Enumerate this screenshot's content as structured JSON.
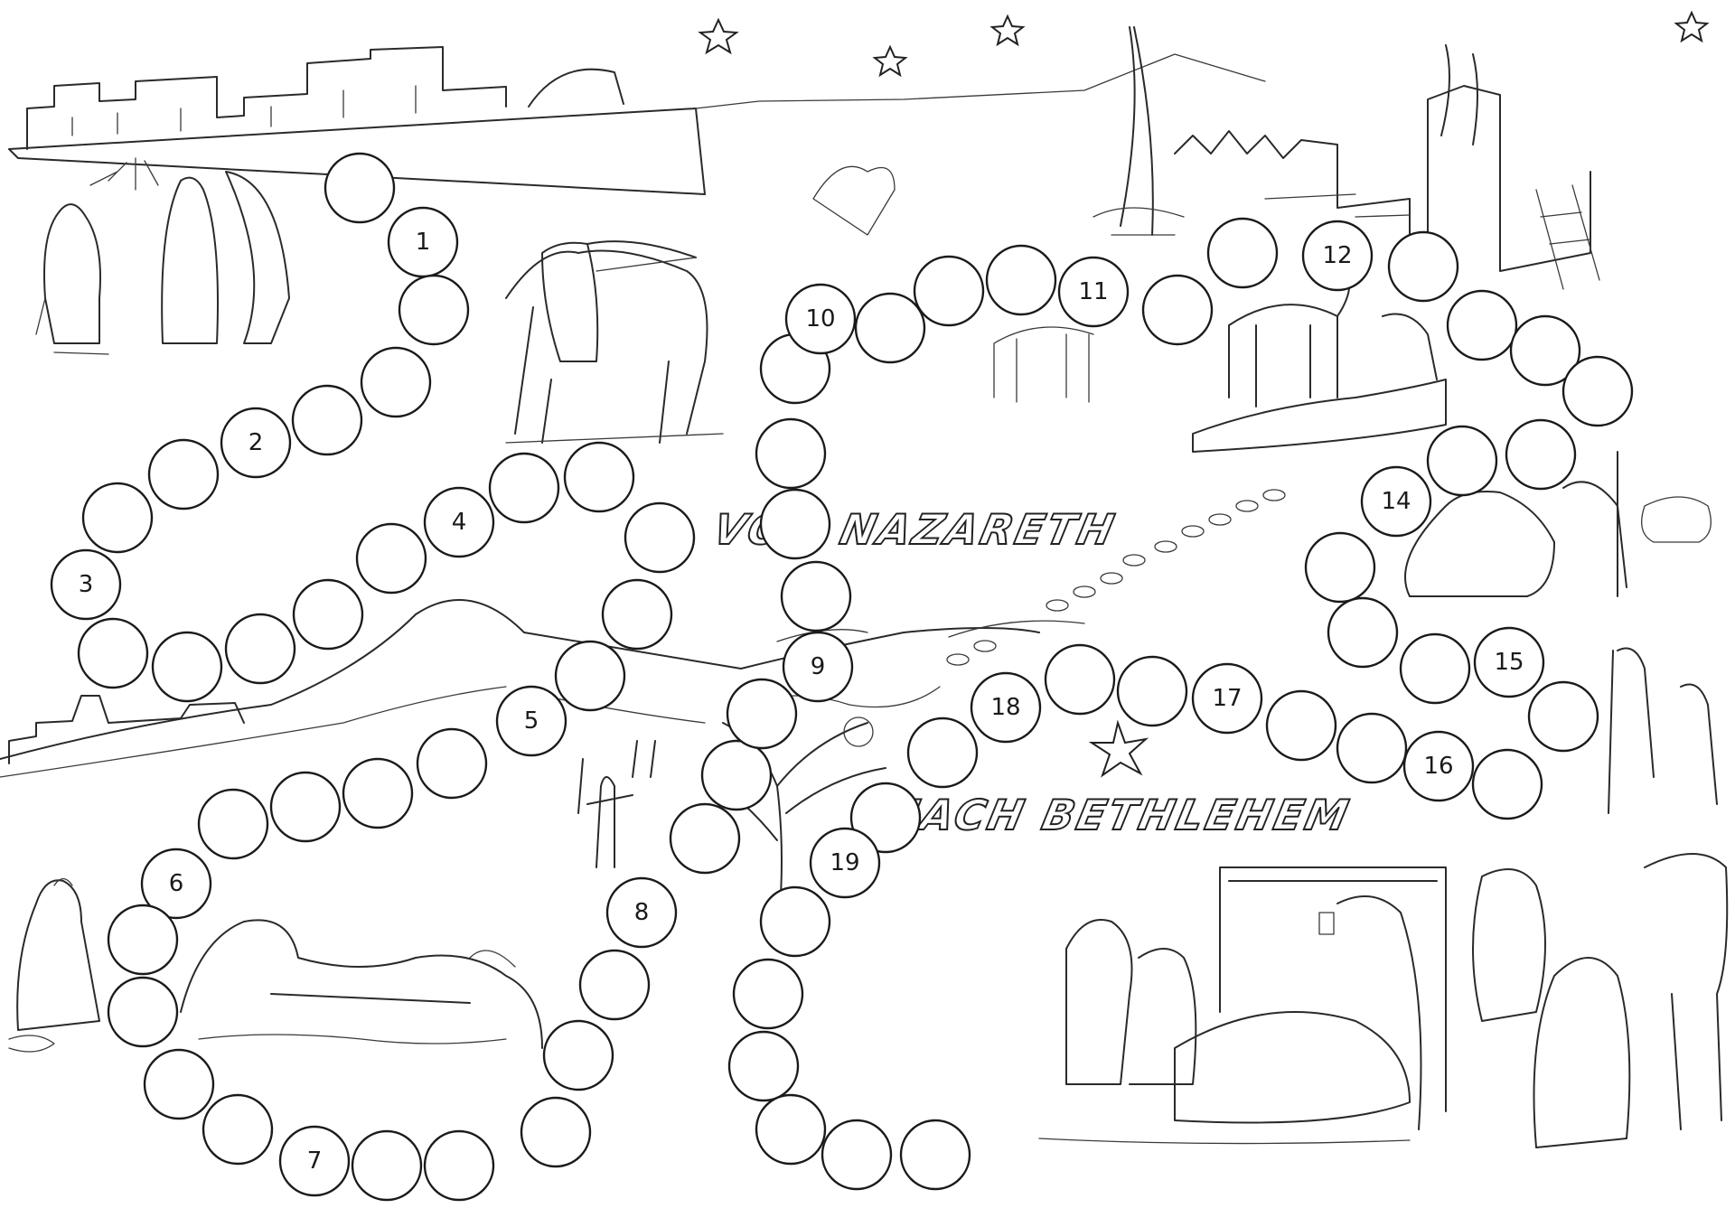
{
  "board": {
    "title_line1": "VON NAZARETH",
    "title_line2": "NACH BETHLEHEM",
    "numbered_fields": [
      "1",
      "2",
      "3",
      "4",
      "5",
      "6",
      "7",
      "8",
      "9",
      "10",
      "11",
      "12",
      "14",
      "15",
      "16",
      "17",
      "18",
      "19"
    ]
  },
  "colors": {
    "ink": "#1a1a1a",
    "paper": "#ffffff"
  },
  "icons": [
    "star-icon"
  ]
}
